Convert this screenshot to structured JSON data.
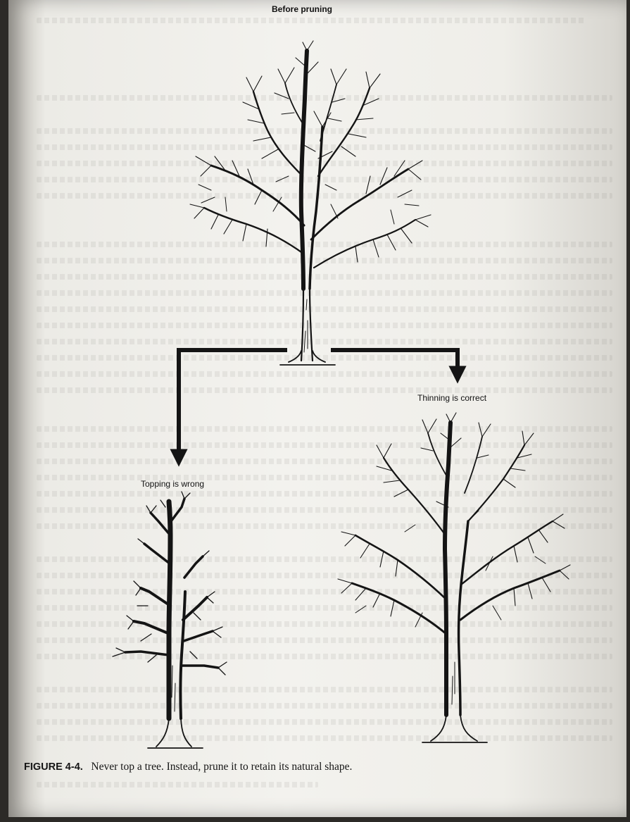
{
  "labels": {
    "before": "Before pruning",
    "thinning": "Thinning is correct",
    "topping": "Topping is wrong"
  },
  "caption": {
    "figure_number": "FIGURE 4-4.",
    "text": "Never top a tree. Instead, prune it to retain its natural shape."
  },
  "colors": {
    "ink": "#141414",
    "paper": "#f1f0ec"
  }
}
